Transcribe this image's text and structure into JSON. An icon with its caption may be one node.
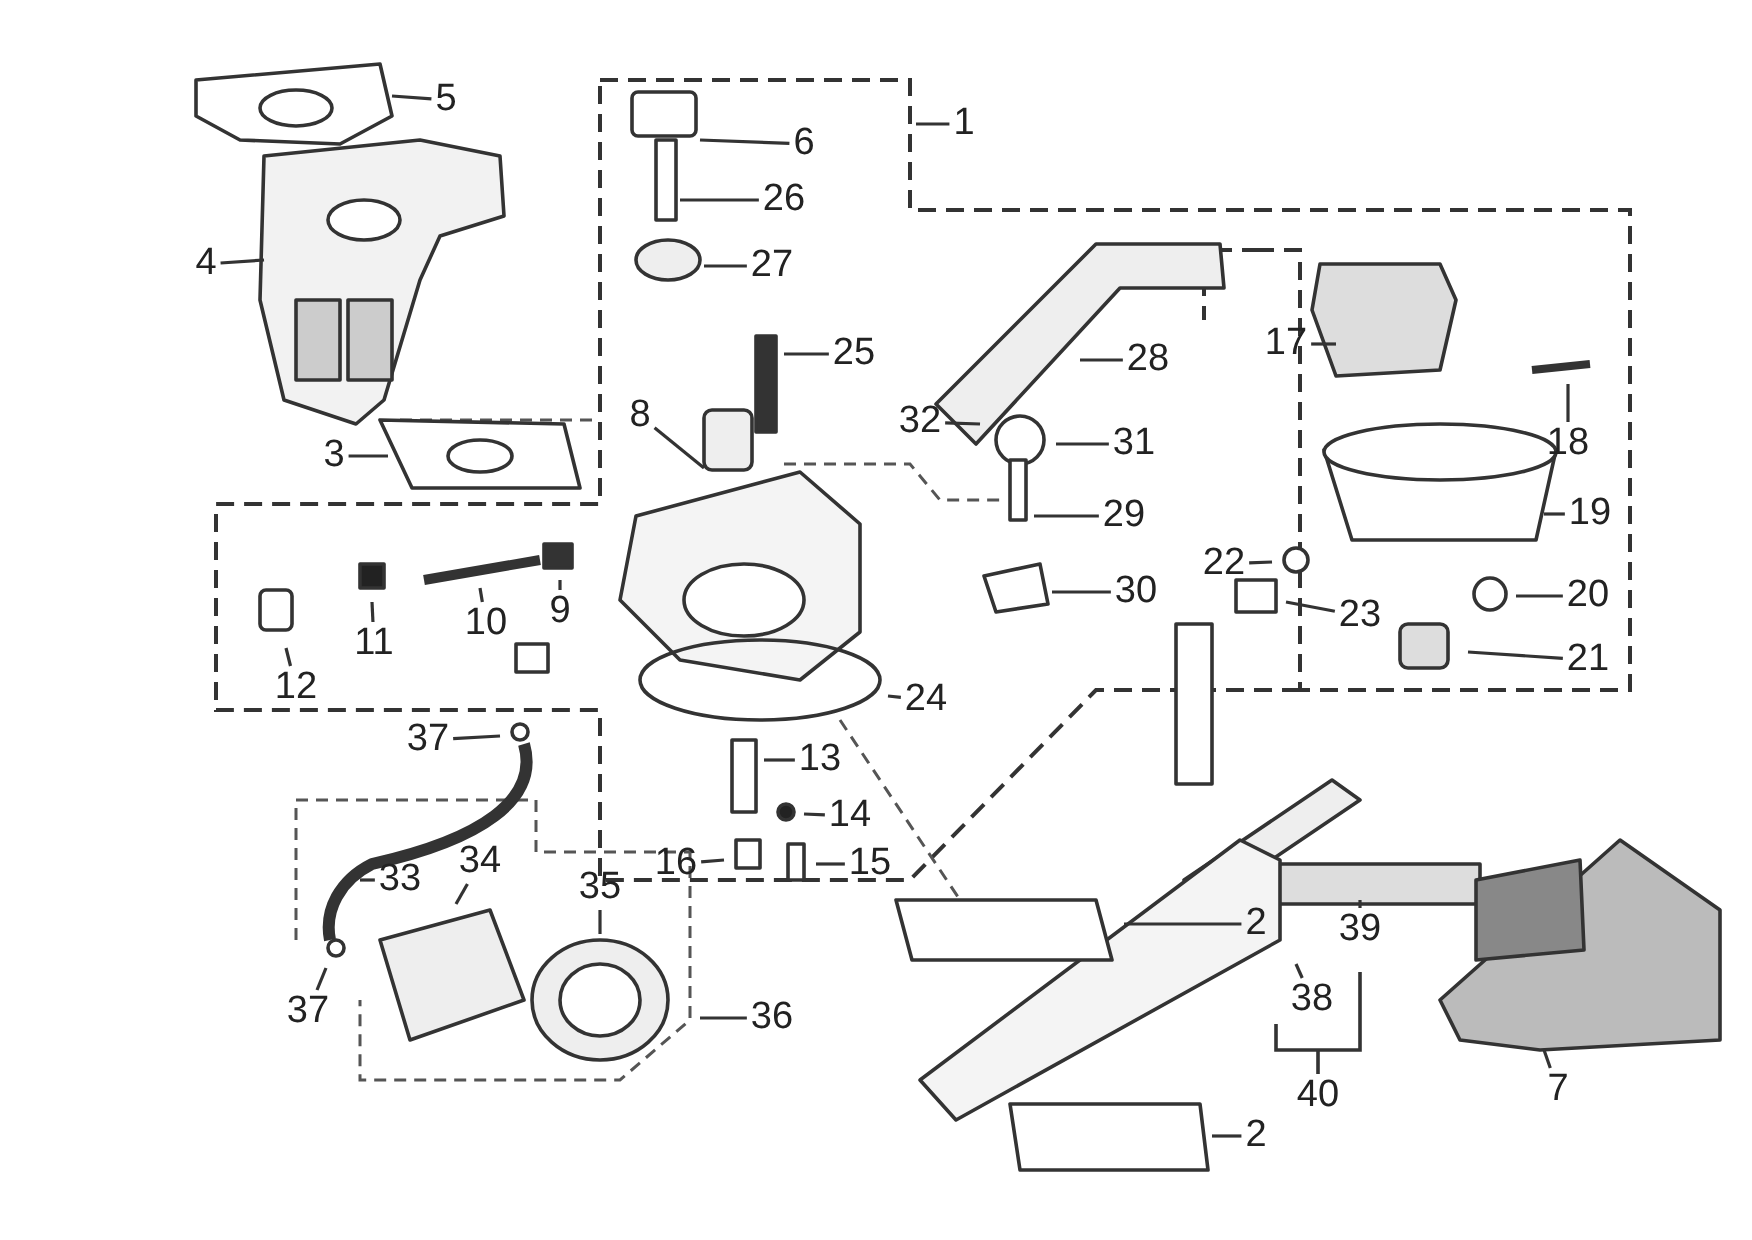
{
  "diagram": {
    "nodes": [
      {
        "text": [
          "5"
        ]
      },
      {
        "text": [
          "1"
        ]
      },
      {
        "text": [
          "6"
        ]
      },
      {
        "text": [
          "4"
        ]
      },
      {
        "text": [
          "26"
        ]
      },
      {
        "text": [
          "27"
        ]
      },
      {
        "text": [
          "25"
        ]
      },
      {
        "text": [
          "28"
        ]
      },
      {
        "text": [
          "17"
        ]
      },
      {
        "text": [
          "8"
        ]
      },
      {
        "text": [
          "32"
        ]
      },
      {
        "text": [
          "31"
        ]
      },
      {
        "text": [
          "18"
        ]
      },
      {
        "text": [
          "3"
        ]
      },
      {
        "text": [
          "29"
        ]
      },
      {
        "text": [
          "19"
        ]
      },
      {
        "text": [
          "22"
        ]
      },
      {
        "text": [
          "30"
        ]
      },
      {
        "text": [
          "20"
        ]
      },
      {
        "text": [
          "23"
        ]
      },
      {
        "text": [
          "12"
        ]
      },
      {
        "text": [
          "11"
        ]
      },
      {
        "text": [
          "10"
        ]
      },
      {
        "text": [
          "9"
        ]
      },
      {
        "text": [
          "21"
        ]
      },
      {
        "text": [
          "24"
        ]
      },
      {
        "text": [
          "37"
        ]
      },
      {
        "text": [
          "13"
        ]
      },
      {
        "text": [
          "14"
        ]
      },
      {
        "text": [
          "16"
        ]
      },
      {
        "text": [
          "15"
        ]
      },
      {
        "text": [
          "33"
        ]
      },
      {
        "text": [
          "34"
        ]
      },
      {
        "text": [
          "35"
        ]
      },
      {
        "text": [
          "2"
        ]
      },
      {
        "text": [
          "39"
        ]
      },
      {
        "text": [
          "37"
        ]
      },
      {
        "text": [
          "38"
        ]
      },
      {
        "text": [
          "36"
        ]
      },
      {
        "text": [
          "7"
        ]
      },
      {
        "text": [
          "2"
        ]
      }
    ],
    "edges": [
      {
        "from": 0,
        "to": null,
        "arrow": "none"
      },
      {
        "from": 1,
        "to": null,
        "arrow": "none"
      },
      {
        "from": 2,
        "to": null,
        "arrow": "none"
      },
      {
        "from": 3,
        "to": null,
        "arrow": "none"
      },
      {
        "from": 4,
        "to": null,
        "arrow": "none"
      },
      {
        "from": 5,
        "to": null,
        "arrow": "none"
      },
      {
        "from": 6,
        "to": null,
        "arrow": "none"
      },
      {
        "from": 7,
        "to": null,
        "arrow": "none"
      },
      {
        "from": 8,
        "to": null,
        "arrow": "none"
      },
      {
        "from": 9,
        "to": null,
        "arrow": "none"
      },
      {
        "from": 10,
        "to": null,
        "arrow": "none"
      },
      {
        "from": 11,
        "to": null,
        "arrow": "none"
      },
      {
        "from": 12,
        "to": null,
        "arrow": "none"
      },
      {
        "from": 13,
        "to": null,
        "arrow": "none"
      },
      {
        "from": 14,
        "to": null,
        "arrow": "none"
      },
      {
        "from": 15,
        "to": null,
        "arrow": "none"
      },
      {
        "from": 16,
        "to": null,
        "arrow": "none"
      },
      {
        "from": 17,
        "to": null,
        "arrow": "none"
      },
      {
        "from": 18,
        "to": null,
        "arrow": "none"
      },
      {
        "from": 19,
        "to": null,
        "arrow": "none"
      },
      {
        "from": 20,
        "to": null,
        "arrow": "none"
      },
      {
        "from": 21,
        "to": null,
        "arrow": "none"
      },
      {
        "from": 22,
        "to": null,
        "arrow": "none"
      },
      {
        "from": 23,
        "to": null,
        "arrow": "none"
      },
      {
        "from": 24,
        "to": null,
        "arrow": "none"
      },
      {
        "from": 25,
        "to": null,
        "arrow": "none"
      },
      {
        "from": 26,
        "to": null,
        "arrow": "none"
      },
      {
        "from": 27,
        "to": null,
        "arrow": "none"
      },
      {
        "from": 28,
        "to": null,
        "arrow": "none"
      },
      {
        "from": 29,
        "to": null,
        "arrow": "none"
      },
      {
        "from": 30,
        "to": null,
        "arrow": "none"
      },
      {
        "from": 31,
        "to": null,
        "arrow": "none"
      },
      {
        "from": 32,
        "to": null,
        "arrow": "none"
      },
      {
        "from": 33,
        "to": null,
        "arrow": "none"
      },
      {
        "from": 34,
        "to": null,
        "arrow": "none"
      },
      {
        "from": 35,
        "to": null,
        "arrow": "none"
      },
      {
        "from": 36,
        "to": null,
        "arrow": "none"
      },
      {
        "from": 37,
        "to": null,
        "arrow": "none"
      },
      {
        "from": 38,
        "to": null,
        "arrow": "none"
      },
      {
        "from": 39,
        "to": null,
        "arrow": "none"
      },
      {
        "from": 40,
        "to": null,
        "arrow": "none"
      }
    ],
    "labels": [
      "40"
    ]
  }
}
